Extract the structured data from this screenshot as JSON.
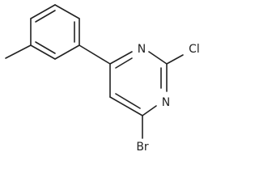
{
  "molecule": {
    "atoms": {
      "n1": "N",
      "n3": "N",
      "cl": "Cl",
      "br": "Br"
    }
  },
  "colors": {
    "bond": "#222222",
    "label": "#222222",
    "background": "#ffffff"
  }
}
